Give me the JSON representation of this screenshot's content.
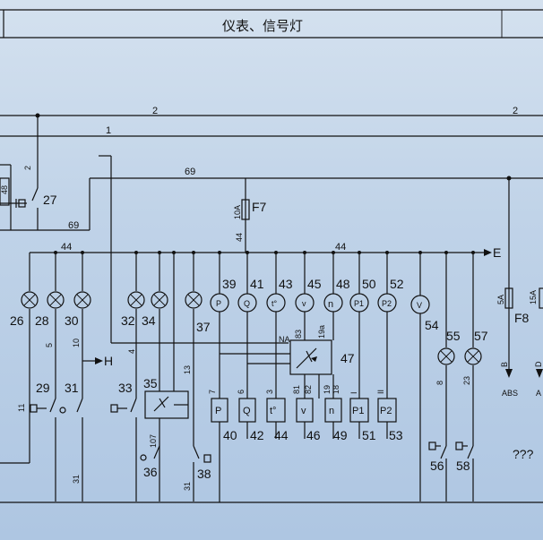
{
  "title": "仪表、信号灯",
  "wires": {
    "w2_left": "2",
    "w2_right": "2",
    "w1": "1",
    "w69_top": "69",
    "w69_left": "69",
    "w44_left": "44",
    "w44_right": "44",
    "w44_fuse": "44",
    "w2_vert": "2"
  },
  "fuses": {
    "f7_rating": "10A",
    "f7_name": "F7",
    "f8_rating": "5A",
    "f8_name": "F8",
    "f9_rating": "15A"
  },
  "relay": {
    "coil_label": "48",
    "contact_label": "27"
  },
  "arrows": {
    "e": "E",
    "h": "H",
    "abs_wire": "B",
    "abs_label": "ABS",
    "d_wire": "D",
    "a_label": "A"
  },
  "lamps": [
    "26",
    "28",
    "30",
    "32",
    "34",
    "37",
    "55",
    "57"
  ],
  "gauges": [
    {
      "num": "39",
      "sym": "P"
    },
    {
      "num": "41",
      "sym": "Q"
    },
    {
      "num": "43",
      "sym": "t°"
    },
    {
      "num": "45",
      "sym": "v"
    },
    {
      "num": "48",
      "sym": "n"
    },
    {
      "num": "50",
      "sym": "P1"
    },
    {
      "num": "52",
      "sym": "P2"
    },
    {
      "num": "54",
      "sym": "V"
    }
  ],
  "senders": [
    {
      "sym": "P",
      "num": "40",
      "wire": "7"
    },
    {
      "sym": "Q",
      "num": "42",
      "wire": "6"
    },
    {
      "sym": "t°",
      "num": "44",
      "wire": "3"
    },
    {
      "sym": "v",
      "num": "46",
      "wire": "81"
    },
    {
      "sym": "n",
      "num": "49",
      "wire": "19"
    },
    {
      "sym": "P1",
      "num": "51",
      "wire": "I"
    },
    {
      "sym": "P2",
      "num": "53",
      "wire": "II"
    }
  ],
  "module": {
    "na": "NA",
    "num": "47",
    "w83": "83",
    "w19a": "19a",
    "w82": "82",
    "w18": "18"
  },
  "switches": [
    "29",
    "31",
    "33",
    "35",
    "36",
    "38",
    "56",
    "58"
  ],
  "wire_labels": {
    "w5": "5",
    "w10": "10",
    "w4": "4",
    "w13": "13",
    "w11": "11",
    "w107": "107",
    "w31a": "31",
    "w31b": "31",
    "w8": "8",
    "w23": "23"
  },
  "unknown": "???"
}
